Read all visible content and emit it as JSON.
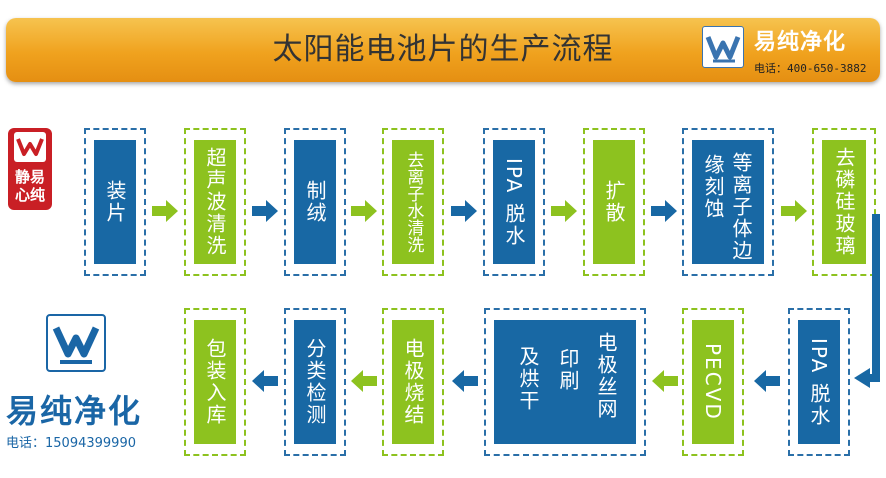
{
  "banner": {
    "title": "太阳能电池片的生产流程",
    "brand": "易纯净化",
    "phone": "电话：400-650-3882"
  },
  "stamp_text": "静易心纯",
  "left_brand": {
    "name": "易纯净化",
    "phone": "电话：15094399990"
  },
  "steps_top": [
    {
      "label": "装片",
      "color": "blue"
    },
    {
      "label": "超声波清洗",
      "color": "green"
    },
    {
      "label": "制绒",
      "color": "blue"
    },
    {
      "label": "去离子水清洗",
      "color": "green"
    },
    {
      "label": "IPA 脱水",
      "color": "blue"
    },
    {
      "label": "扩散",
      "color": "green"
    },
    {
      "col1": "等离子体边",
      "col2": "缘刻蚀",
      "color": "blue"
    },
    {
      "label": "去磷硅玻璃",
      "color": "green"
    }
  ],
  "steps_bottom": [
    {
      "label": "IPA 脱水",
      "color": "blue"
    },
    {
      "label": "PECVD",
      "color": "green"
    },
    {
      "col1": "电极丝网",
      "col2": "印刷",
      "col3": "及烘干",
      "color": "blue"
    },
    {
      "label": "电极烧结",
      "color": "green"
    },
    {
      "label": "分类检测",
      "color": "blue"
    },
    {
      "label": "包装入库",
      "color": "green"
    }
  ],
  "colors": {
    "blue": "#1868a4",
    "green": "#8dc21f",
    "banner": "#f0a21e"
  }
}
